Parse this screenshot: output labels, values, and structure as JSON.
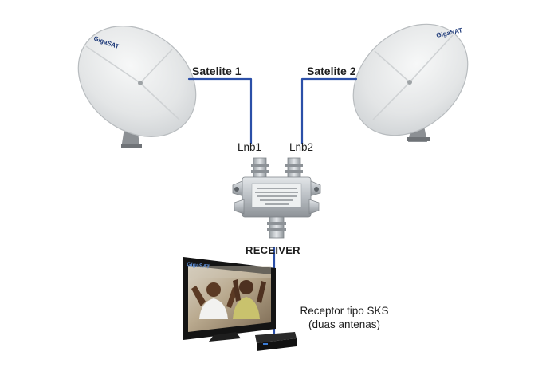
{
  "labels": {
    "satellite1": "Satelite 1",
    "satellite2": "Satelite 2",
    "lnb1": "Lnb1",
    "lnb2": "Lnb2",
    "receiver": "RECEIVER",
    "receptor_line1": "Receptor tipo SKS",
    "receptor_line2": "(duas antenas)"
  },
  "branding": {
    "dish_logo": "GigaSAT",
    "tv_logo": "GigaSAT"
  },
  "colors": {
    "cable": "#2b4fa8",
    "dish_face": "#e8eaea",
    "text": "#1e1e1e",
    "device_metal": "#c3c7cb",
    "tv_body": "#141414"
  }
}
